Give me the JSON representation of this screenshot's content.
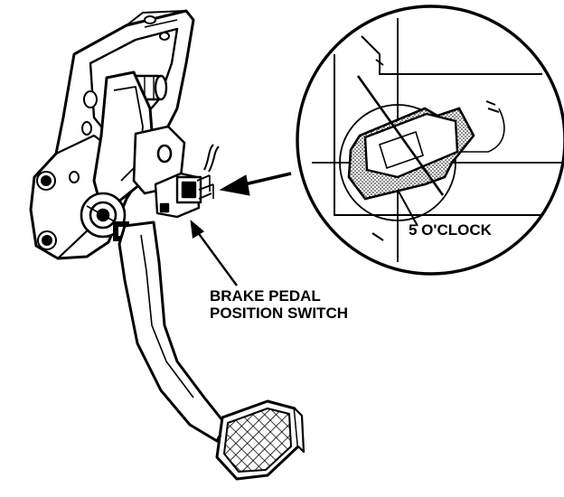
{
  "labels": {
    "switch_line1": "BRAKE PEDAL",
    "switch_line2": "POSITION SWITCH",
    "clock_position": "5 O'CLOCK"
  },
  "colors": {
    "ink": "#000000",
    "paper": "#ffffff",
    "stipple": "#9a9a9a"
  }
}
